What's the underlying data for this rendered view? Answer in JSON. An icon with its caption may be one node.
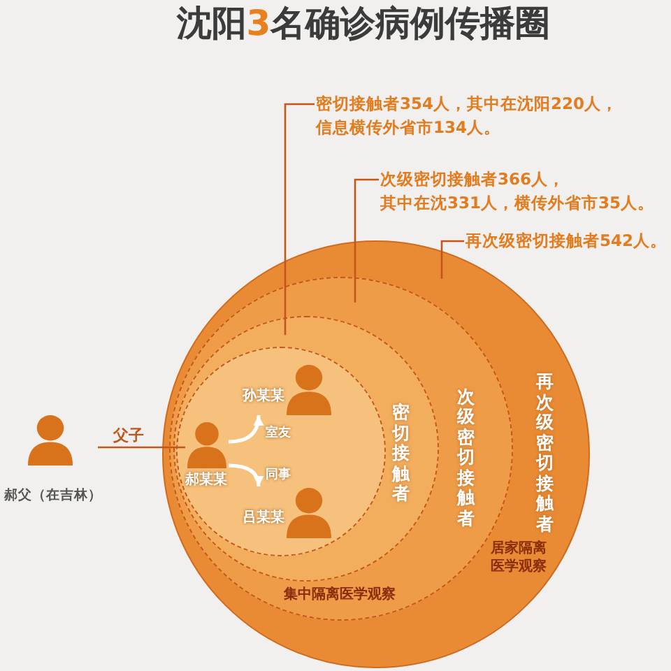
{
  "diagram": {
    "title": "沈阳3名确诊病例传播圈",
    "nodes": [
      {
        "text": [
          "密切接触者354人，其中在沈阳220人，信息横传外省市134人。"
        ]
      },
      {
        "text": [
          "次级密切接触者366人，其中在沈331人，横传外省市35人。"
        ]
      },
      {
        "text": [
          "再次级密切接触者542人。"
        ]
      },
      {
        "text": [
          "再次级密切接触者",
          "居家隔离医学观察"
        ]
      },
      {
        "text": [
          "次级密切接触者"
        ],
        "in": 3
      },
      {
        "text": [
          "密切接触者",
          "集中隔离医学观察"
        ],
        "in": 4
      },
      {
        "text": [],
        "shape": "circle",
        "in": 5
      },
      {
        "text": [
          "郝父（在吉林）"
        ]
      },
      {
        "text": [
          "郝某某"
        ],
        "in": 6
      },
      {
        "text": [
          "孙某某"
        ],
        "in": 6
      },
      {
        "text": [
          "吕某某"
        ],
        "in": 6
      }
    ],
    "edges": [
      {
        "from": 0,
        "to": 5,
        "arrow": "none"
      },
      {
        "from": 1,
        "to": 4,
        "arrow": "none"
      },
      {
        "from": 2,
        "to": 3,
        "arrow": "none"
      },
      {
        "from": 7,
        "to": 8,
        "arrow": "none",
        "label": "父子"
      },
      {
        "from": 8,
        "to": 9,
        "arrow": "to",
        "label": "室友",
        "color": "#ffffff"
      },
      {
        "from": 8,
        "to": 10,
        "arrow": "to",
        "label": "同事",
        "color": "#ffffff"
      }
    ]
  }
}
